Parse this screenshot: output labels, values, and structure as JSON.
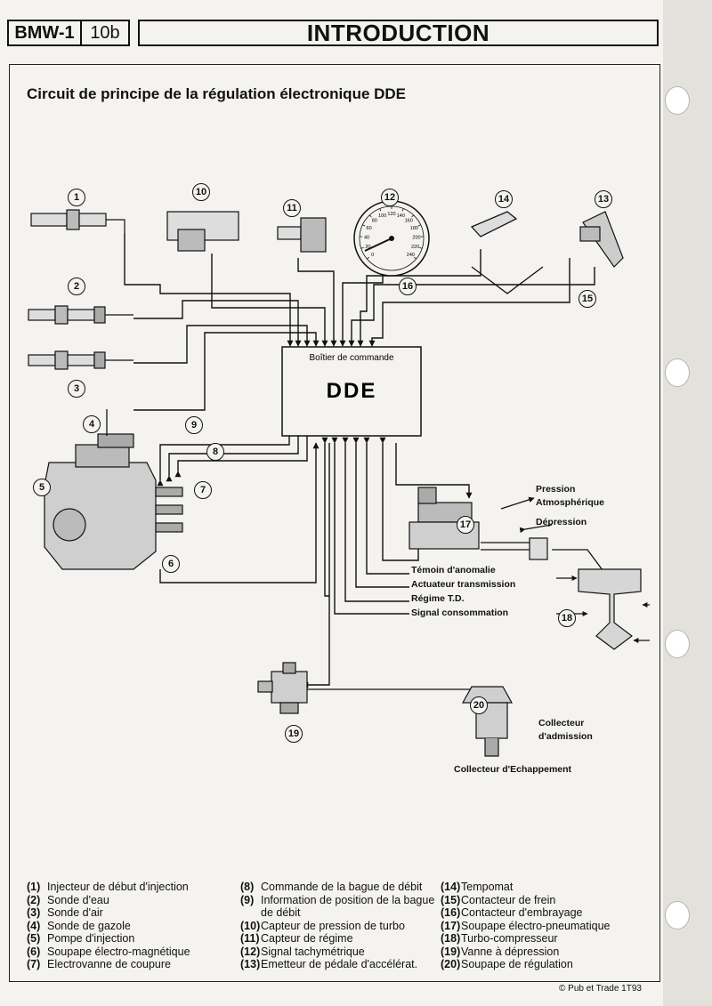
{
  "header": {
    "code": "BMW-1",
    "section": "10b",
    "title": "INTRODUCTION"
  },
  "subtitle": "Circuit de principe de la régulation électronique DDE",
  "diagram": {
    "ecu_label": "Boîtier de commande",
    "ecu_name": "DDE",
    "numbers": [
      "1",
      "2",
      "3",
      "4",
      "5",
      "6",
      "7",
      "8",
      "9",
      "10",
      "11",
      "12",
      "13",
      "14",
      "15",
      "16",
      "17",
      "18",
      "19",
      "20"
    ],
    "outputs": [
      "Témoin d'anomalie",
      "Actuateur transmission",
      "Régime T.D.",
      "Signal consommation"
    ],
    "pressure_labels": [
      "Pression",
      "Atmosphérique",
      "Dépression"
    ],
    "intake_label": [
      "Collecteur",
      "d'admission"
    ],
    "exhaust_label": "Collecteur d'Echappement",
    "gauge_ticks": [
      "0",
      "20",
      "40",
      "60",
      "80",
      "100",
      "120",
      "140",
      "160",
      "180",
      "200",
      "220",
      "240"
    ]
  },
  "legend": {
    "col1": [
      {
        "n": "(1)",
        "t": "Injecteur de début d'injection"
      },
      {
        "n": "(2)",
        "t": "Sonde d'eau"
      },
      {
        "n": "(3)",
        "t": "Sonde d'air"
      },
      {
        "n": "(4)",
        "t": "Sonde de gazole"
      },
      {
        "n": "(5)",
        "t": "Pompe d'injection"
      },
      {
        "n": "(6)",
        "t": "Soupape électro-magnétique"
      },
      {
        "n": "(7)",
        "t": "Electrovanne de coupure"
      }
    ],
    "col2": [
      {
        "n": "(8)",
        "t": "Commande de la bague de débit"
      },
      {
        "n": "(9)",
        "t": "Information de position de la bague de débit"
      },
      {
        "n": "(10)",
        "t": "Capteur de pression de turbo"
      },
      {
        "n": "(11)",
        "t": "Capteur de régime"
      },
      {
        "n": "(12)",
        "t": "Signal tachymétrique"
      },
      {
        "n": "(13)",
        "t": "Emetteur de pédale d'accélérat."
      }
    ],
    "col3": [
      {
        "n": "(14)",
        "t": "Tempomat"
      },
      {
        "n": "(15)",
        "t": "Contacteur de frein"
      },
      {
        "n": "(16)",
        "t": "Contacteur d'embrayage"
      },
      {
        "n": "(17)",
        "t": "Soupape électro-pneumatique"
      },
      {
        "n": "(18)",
        "t": "Turbo-compresseur"
      },
      {
        "n": "(19)",
        "t": "Vanne à dépression"
      },
      {
        "n": "(20)",
        "t": "Soupape de régulation"
      }
    ]
  },
  "copyright": "© Pub et Trade 1T93"
}
